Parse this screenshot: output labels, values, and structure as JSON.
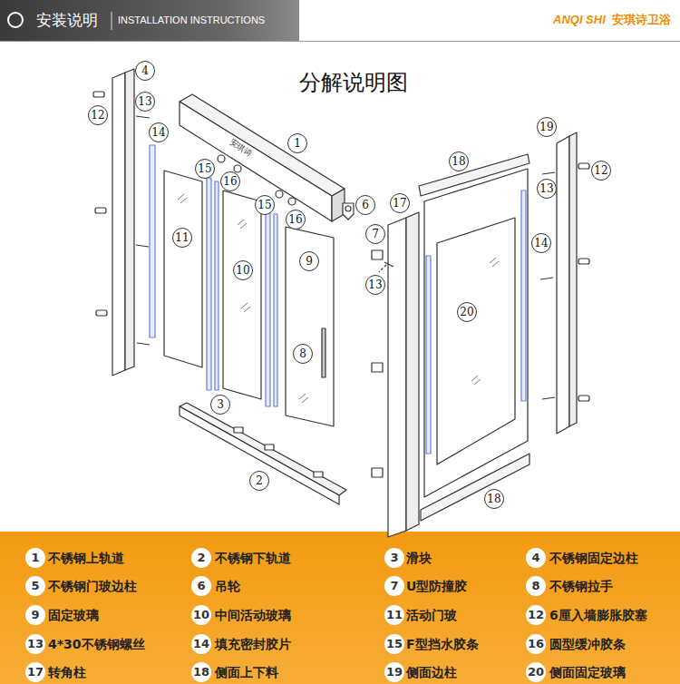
{
  "diagram": {
    "title": "分解说明图",
    "labels": [
      "安装说明",
      "INSTALLATION INSTRUCTIONS",
      "ANQI SHI",
      "安琪诗卫浴",
      "安琪诗",
      "4",
      "12",
      "13",
      "14",
      "1",
      "15",
      "16",
      "15",
      "16",
      "6",
      "11",
      "10",
      "9",
      "8",
      "3",
      "2",
      "19",
      "12",
      "13",
      "18",
      "17",
      "7",
      "13",
      "14",
      "20",
      "18",
      "1",
      "不锈钢上轨道",
      "2",
      "不锈钢下轨道",
      "3",
      "滑块",
      "4",
      "不锈钢固定边柱",
      "5",
      "不锈钢门玻边柱",
      "6",
      "吊轮",
      "7",
      "U型防撞胶",
      "8",
      "不锈钢拉手",
      "9",
      "固定玻璃",
      "10",
      "中间活动玻璃",
      "11",
      "活动门玻",
      "12",
      "6厘入墙膨胀胶塞",
      "13",
      "4*30不锈钢螺丝",
      "14",
      "填充密封胶片",
      "15",
      "F型挡水胶条",
      "16",
      "圆型缓冲胶条",
      "17",
      "转角柱",
      "18",
      "侧面上下料",
      "19",
      "侧面边柱",
      "20",
      "侧面固定玻璃"
    ]
  }
}
